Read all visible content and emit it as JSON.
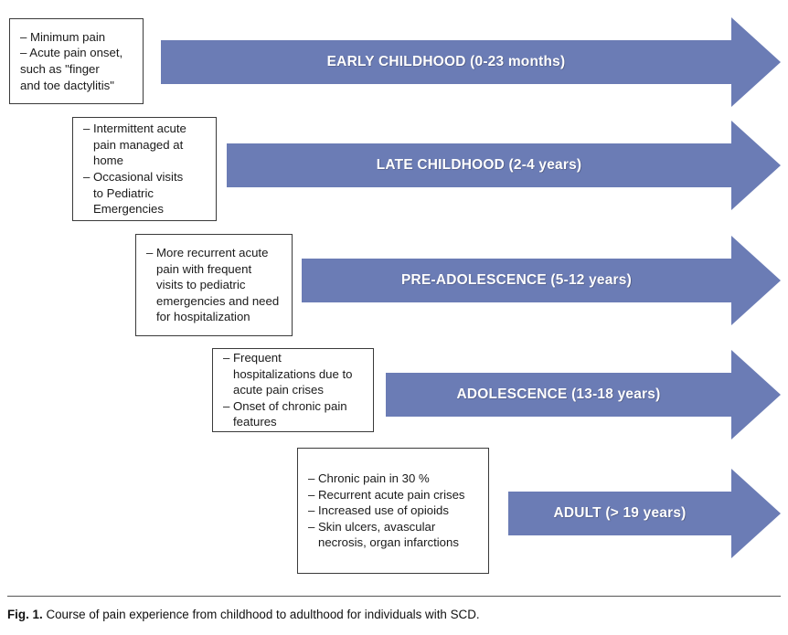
{
  "figure": {
    "caption_label": "Fig. 1.",
    "caption_text": "Course of pain experience from childhood to adulthood for individuals with SCD.",
    "arrow_color": "#6B7CB5",
    "arrow_text_color": "#FFFFFF",
    "box_border_color": "#3A3A3A",
    "box_fill_color": "#FFFFFF"
  },
  "stages": [
    {
      "id": "early-childhood",
      "arrow_label": "EARLY CHILDHOOD (0-23 months)",
      "bullets": [
        "– Minimum pain",
        "– Acute pain onset, such as \"finger and toe dactylitis\""
      ],
      "bullet_lines": [
        [
          "– Minimum pain"
        ],
        [
          "– Acute pain onset,",
          "such as \"finger",
          "and toe dactylitis\""
        ]
      ]
    },
    {
      "id": "late-childhood",
      "arrow_label": "LATE CHILDHOOD (2-4 years)",
      "bullets": [
        "– Intermittent acute pain managed at home",
        "– Occasional visits to Pediatric Emergencies"
      ],
      "bullet_lines": [
        [
          "– Intermittent acute",
          "pain managed at",
          "home"
        ],
        [
          "– Occasional visits",
          "to Pediatric",
          "Emergencies"
        ]
      ]
    },
    {
      "id": "pre-adolescence",
      "arrow_label": "PRE-ADOLESCENCE (5-12 years)",
      "bullets": [
        "– More recurrent acute pain with frequent visits to pediatric emergencies and need for hospitalization"
      ],
      "bullet_lines": [
        [
          "– More recurrent acute",
          "pain with frequent",
          "visits to pediatric",
          "emergencies and need",
          "for hospitalization"
        ]
      ]
    },
    {
      "id": "adolescence",
      "arrow_label": "ADOLESCENCE (13-18 years)",
      "bullets": [
        "– Frequent hospitalizations due to acute pain crises",
        "– Onset of chronic pain features"
      ],
      "bullet_lines": [
        [
          "– Frequent",
          "hospitalizations due to",
          "acute pain crises"
        ],
        [
          "– Onset of chronic pain",
          "features"
        ]
      ]
    },
    {
      "id": "adult",
      "arrow_label": "ADULT (> 19 years)",
      "bullets": [
        "– Chronic pain in 30 %",
        "– Recurrent acute pain crises",
        "– Increased use of opioids",
        "– Skin ulcers, avascular necrosis, organ infarctions"
      ],
      "bullet_lines": [
        [
          "– Chronic pain in 30 %"
        ],
        [
          "– Recurrent acute pain crises"
        ],
        [
          "– Increased use of opioids"
        ],
        [
          "– Skin ulcers, avascular",
          "necrosis, organ infarctions"
        ]
      ]
    }
  ]
}
